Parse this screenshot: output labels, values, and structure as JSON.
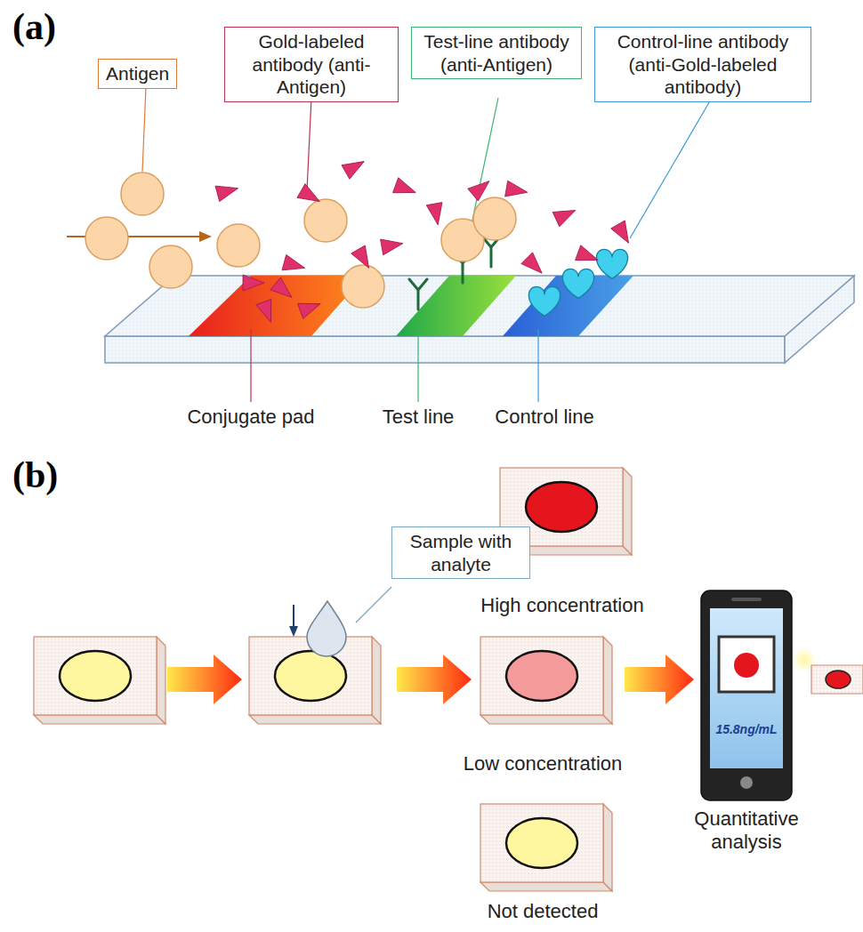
{
  "diagram": {
    "nodes": [
      {
        "text": [
          "Antigen"
        ]
      },
      {
        "text": [
          "Gold-labeled antibody (anti-Antigen)"
        ]
      },
      {
        "text": [
          "Test-line antibody (anti-Antigen)"
        ]
      },
      {
        "text": [
          "Control-line antibody (anti-Gold-labeled antibody)"
        ]
      },
      {
        "text": [
          "Sample with analyte"
        ]
      }
    ],
    "labels": [
      "(a)",
      "Conjugate pad",
      "Test line",
      "Control line",
      "(b)",
      "High concentration",
      "Low concentration",
      "Not detected",
      "15.8ng/mL",
      "Quantitative analysis"
    ]
  }
}
